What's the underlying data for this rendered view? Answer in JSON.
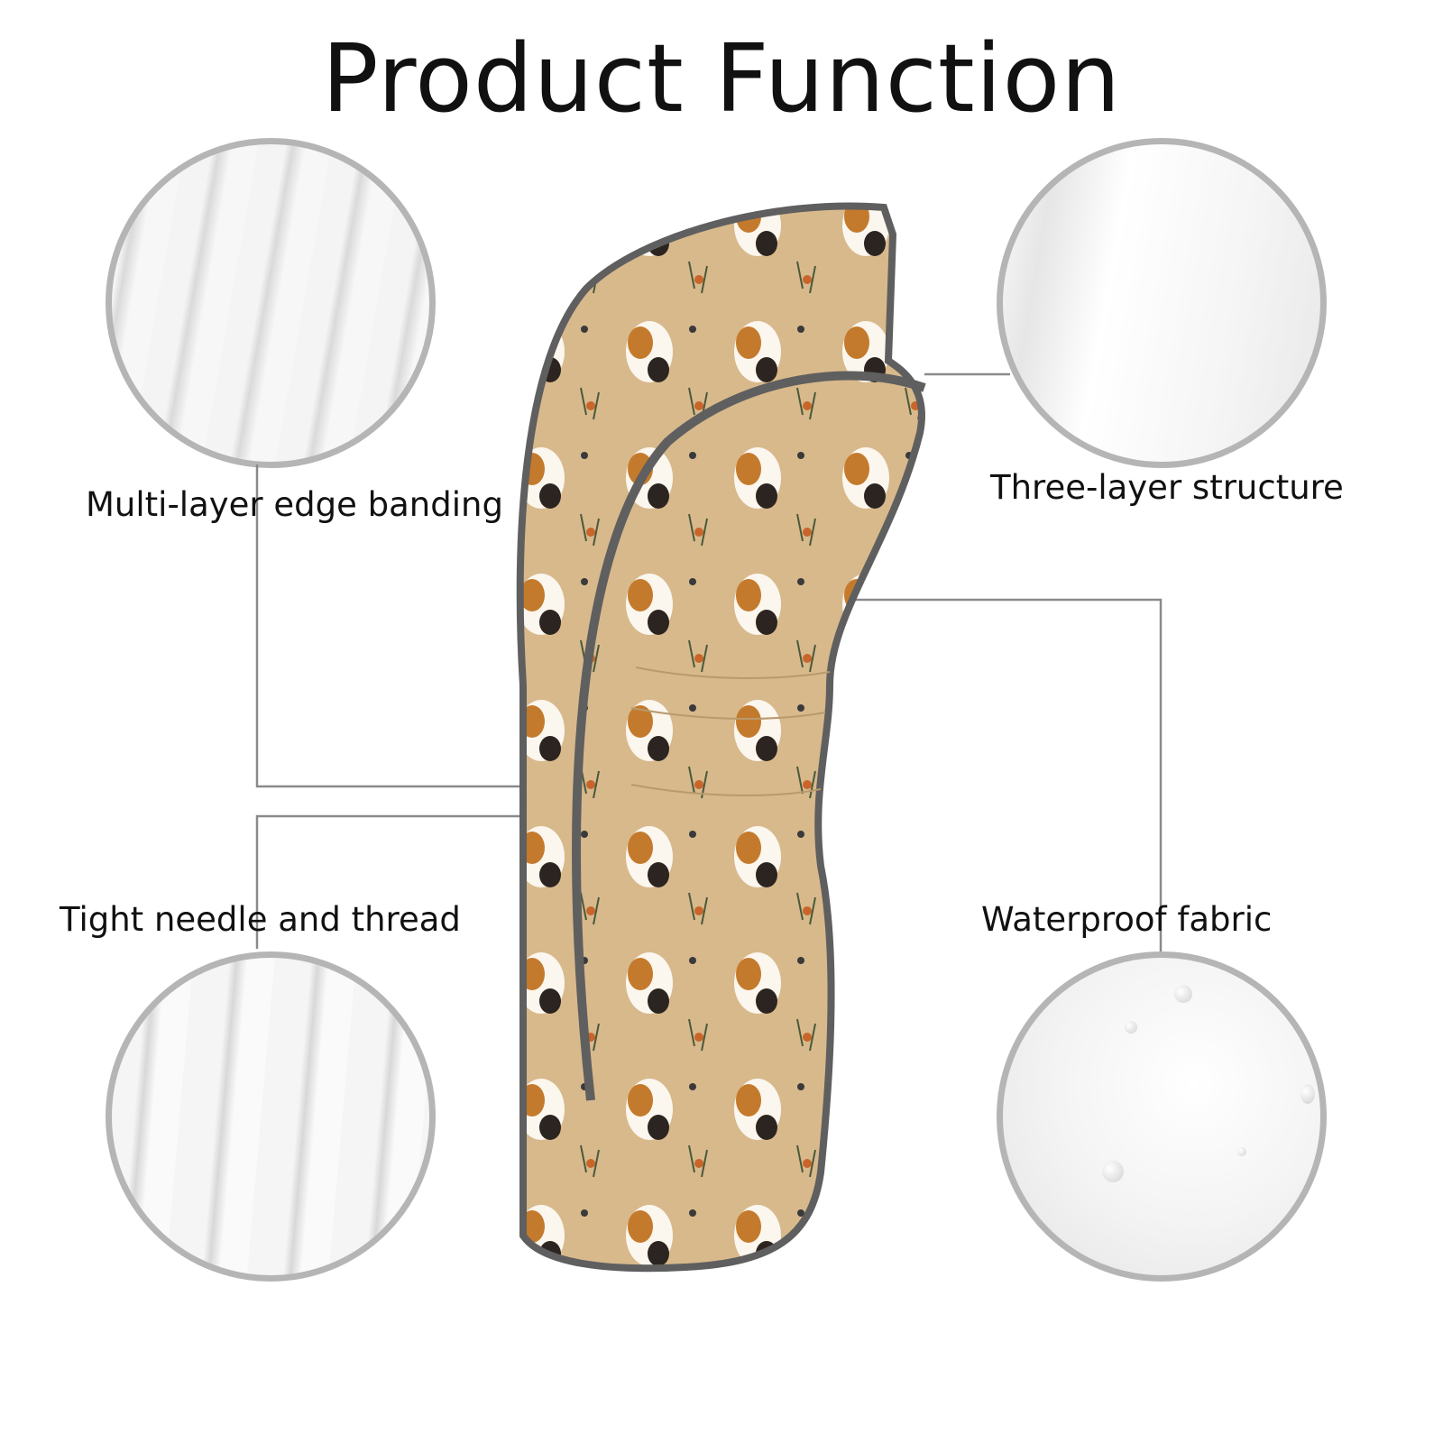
{
  "title": "Product Function",
  "features": [
    {
      "label": "Multi-layer edge banding"
    },
    {
      "label": "Three-layer structure"
    },
    {
      "label": "Tight needle and thread"
    },
    {
      "label": "Waterproof fabric"
    }
  ],
  "colors": {
    "circle_border": "#b5b5b5",
    "fabric": "#d8b98c",
    "edge": "#5f5f5f",
    "line": "#8a8a8a"
  }
}
